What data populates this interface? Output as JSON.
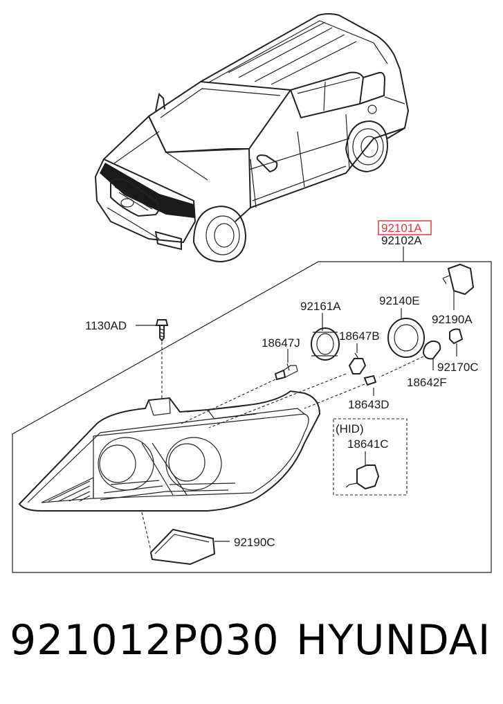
{
  "parts": {
    "p92101A": "92101A",
    "p92102A": "92102A",
    "p92161A": "92161A",
    "p92140E": "92140E",
    "p92190A": "92190A",
    "p1130AD": "1130AD",
    "p18647J": "18647J",
    "p18647B": "18647B",
    "p92170C": "92170C",
    "p18642F": "18642F",
    "p18643D": "18643D",
    "hid_label": "(HID)",
    "p18641C": "18641C",
    "p92190C": "92190C"
  },
  "footer": {
    "part_number": "921012P030",
    "brand": "HYUNDAI"
  },
  "colors": {
    "highlight_box": "#e0393e",
    "line": "#222222",
    "panel_fill": "#1a1a1a"
  }
}
